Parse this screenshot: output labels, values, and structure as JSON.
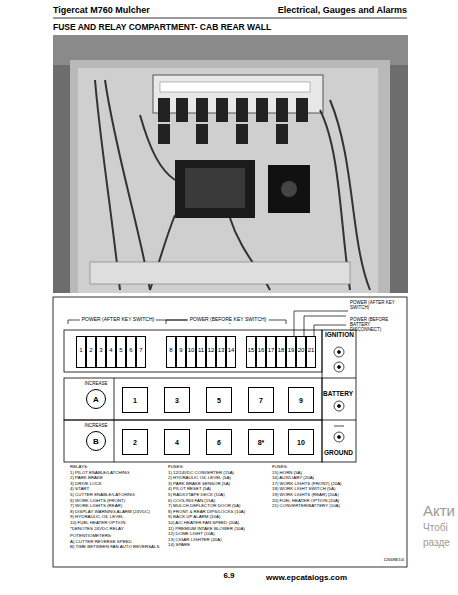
{
  "diagram": {
    "title": "FUSE AND RELAY COMPARTMENT- CAB REAR WALL",
    "nodes": [
      {
        "text": [
          "1"
        ]
      },
      {
        "text": [
          "2"
        ]
      },
      {
        "text": [
          "3"
        ]
      },
      {
        "text": [
          "4"
        ]
      },
      {
        "text": [
          "5"
        ]
      },
      {
        "text": [
          "6"
        ]
      },
      {
        "text": [
          "7"
        ]
      },
      {
        "text": [
          "8"
        ]
      },
      {
        "text": [
          "9"
        ]
      },
      {
        "text": [
          "10"
        ]
      },
      {
        "text": [
          "11"
        ]
      },
      {
        "text": [
          "12"
        ]
      },
      {
        "text": [
          "13"
        ]
      },
      {
        "text": [
          "14"
        ]
      },
      {
        "text": [
          "15"
        ]
      },
      {
        "text": [
          "16"
        ]
      },
      {
        "text": [
          "17"
        ]
      },
      {
        "text": [
          "18"
        ]
      },
      {
        "text": [
          "19"
        ]
      },
      {
        "text": [
          "20"
        ]
      },
      {
        "text": [
          "21"
        ]
      },
      {
        "text": [
          "INCREASE",
          "A"
        ]
      },
      {
        "text": [
          "1"
        ]
      },
      {
        "text": [
          "3"
        ]
      },
      {
        "text": [
          "5"
        ]
      },
      {
        "text": [
          "7"
        ]
      },
      {
        "text": [
          "9"
        ]
      },
      {
        "text": [
          "INCREASE",
          "B"
        ]
      },
      {
        "text": [
          "2"
        ]
      },
      {
        "text": [
          "4"
        ]
      },
      {
        "text": [
          "6"
        ]
      },
      {
        "text": [
          "8*"
        ]
      },
      {
        "text": [
          "10"
        ]
      }
    ],
    "labels": [
      "Tigercat M760 Mulcher",
      "Electrical, Gauges and Alarms",
      "POWER (AFTER KEY SWITCH)",
      "POWER (BEFORE KEY SWITCH)",
      "POWER (AFTER KEY SWITCH)",
      "POWER (BEFORE BATTERY DISCONNECT)",
      "IGNITION",
      "BATTERY",
      "GROUND",
      "RELAYS:",
      "1) PILOT ENABLE/LATCHING",
      "2) PARK BRAKE",
      "3) DRIVE LOCK",
      "4) START",
      "5) CUTTER ENABLE/LATCHING",
      "6) WORK LIGHTS (FRONT)",
      "7) WORK LIGHTS (REAR)",
      "8) DISPLAY WARNING ALARM (24VDC)",
      "9) HYDRAULIC OIL LEVEL",
      "10) FUEL HEATER OPTION",
      "*DENOTES 24VDC RELAY",
      "POTENTIOMETERS:",
      "A) CUTTER REVERSE SPEED",
      "B) TIME BETWEEN FAN AUTO REVERSALS",
      "FUSES:",
      "1) 12/24VDC CONVERTER (15A)",
      "2) HYDRAULIC OIL LEVEL (5A)",
      "3) PARK BRAKE SENSOR (5A)",
      "4) PILOT RESET (5A)",
      "5) RADIO/TAPE DECK (10A)",
      "6) COOLING FAN (15A)",
      "7) MULCH DEFLECTOR DOOR (5A)",
      "8) FRONT & REAR DIPS/LOCKS (10A)",
      "9) BACK UP ALARM (10A)",
      "10) A/C HEATER FAN SPEED (20A)",
      "11) PREMIUM INTAKE BLOWER (10A)",
      "12) DOME LIGHT (10A)",
      "13) CIGAR LIGHTER (20A)",
      "14) SPARE",
      "FUSES:",
      "15) HORN (5A)",
      "16) AUXILIARY (20A)",
      "17) WORK LIGHTS (FRONT) (20A)",
      "18) WORK LIGHT SWITCH (5A)",
      "19) WORK LIGHTS (REAR) (20A)",
      "20) FUEL HEATER OPTION (20A)",
      "21) CONVERTER/BATTERY (10A)",
      "12668B/1/4",
      "6.9",
      "www.epcatalogs.com",
      "Акти",
      "Чтобі",
      "разде"
    ]
  }
}
